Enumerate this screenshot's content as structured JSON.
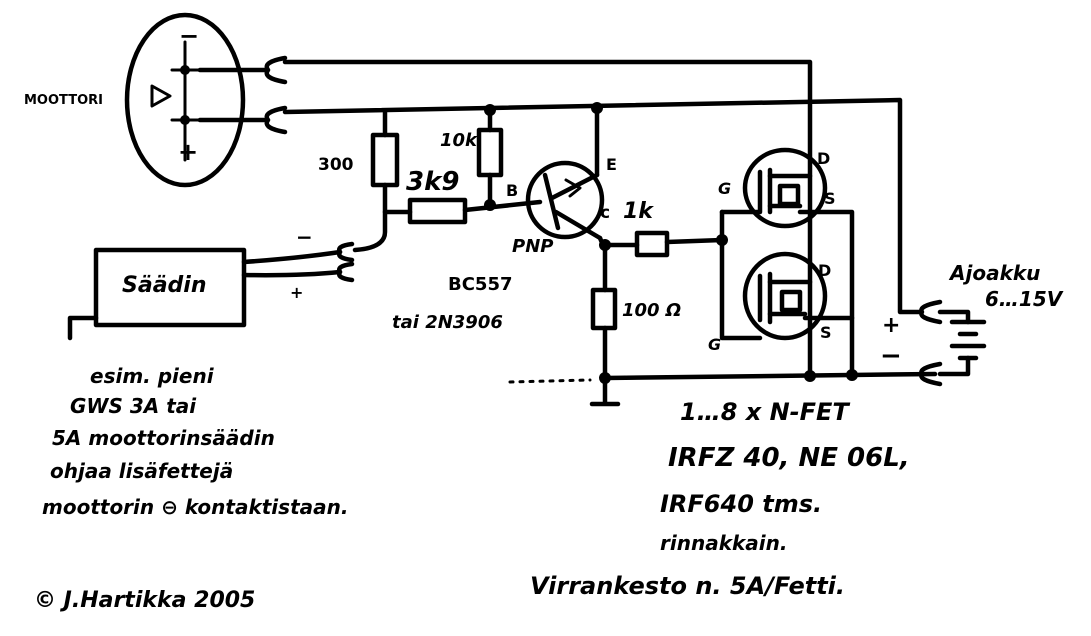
{
  "motor": {
    "label": "MOOTTORI",
    "minus": "−",
    "plus": "+"
  },
  "resistors": {
    "r300": "300",
    "r10k": "10k",
    "r3k9": "3k9",
    "r1k": "1k",
    "r100": "100 Ω"
  },
  "transistor": {
    "e": "E",
    "b": "B",
    "c": "c",
    "type": "PNP",
    "part": "BC557",
    "alt": "tai 2N3906"
  },
  "fets": {
    "d1": "D",
    "s1": "S",
    "g1": "G",
    "d2": "D",
    "s2": "S",
    "g2": "G"
  },
  "controller": {
    "label": "Säädin",
    "minus": "−",
    "plus": "+"
  },
  "battery": {
    "label": "Ajoakku",
    "voltage": "6…15V",
    "plus": "+",
    "minus": "−"
  },
  "notes": {
    "left": [
      "esim. pieni",
      "GWS 3A tai",
      "5A moottorinsäädin",
      "ohjaa lisäfettejä",
      "moottorin ⊖ kontaktistaan."
    ],
    "right": [
      "1…8 x N-FET",
      "IRFZ 40, NE 06L,",
      "IRF640 tms.",
      "rinnakkain.",
      "Virrankesto n. 5A/Fetti."
    ],
    "copyright": "© J.Hartikka 2005"
  }
}
